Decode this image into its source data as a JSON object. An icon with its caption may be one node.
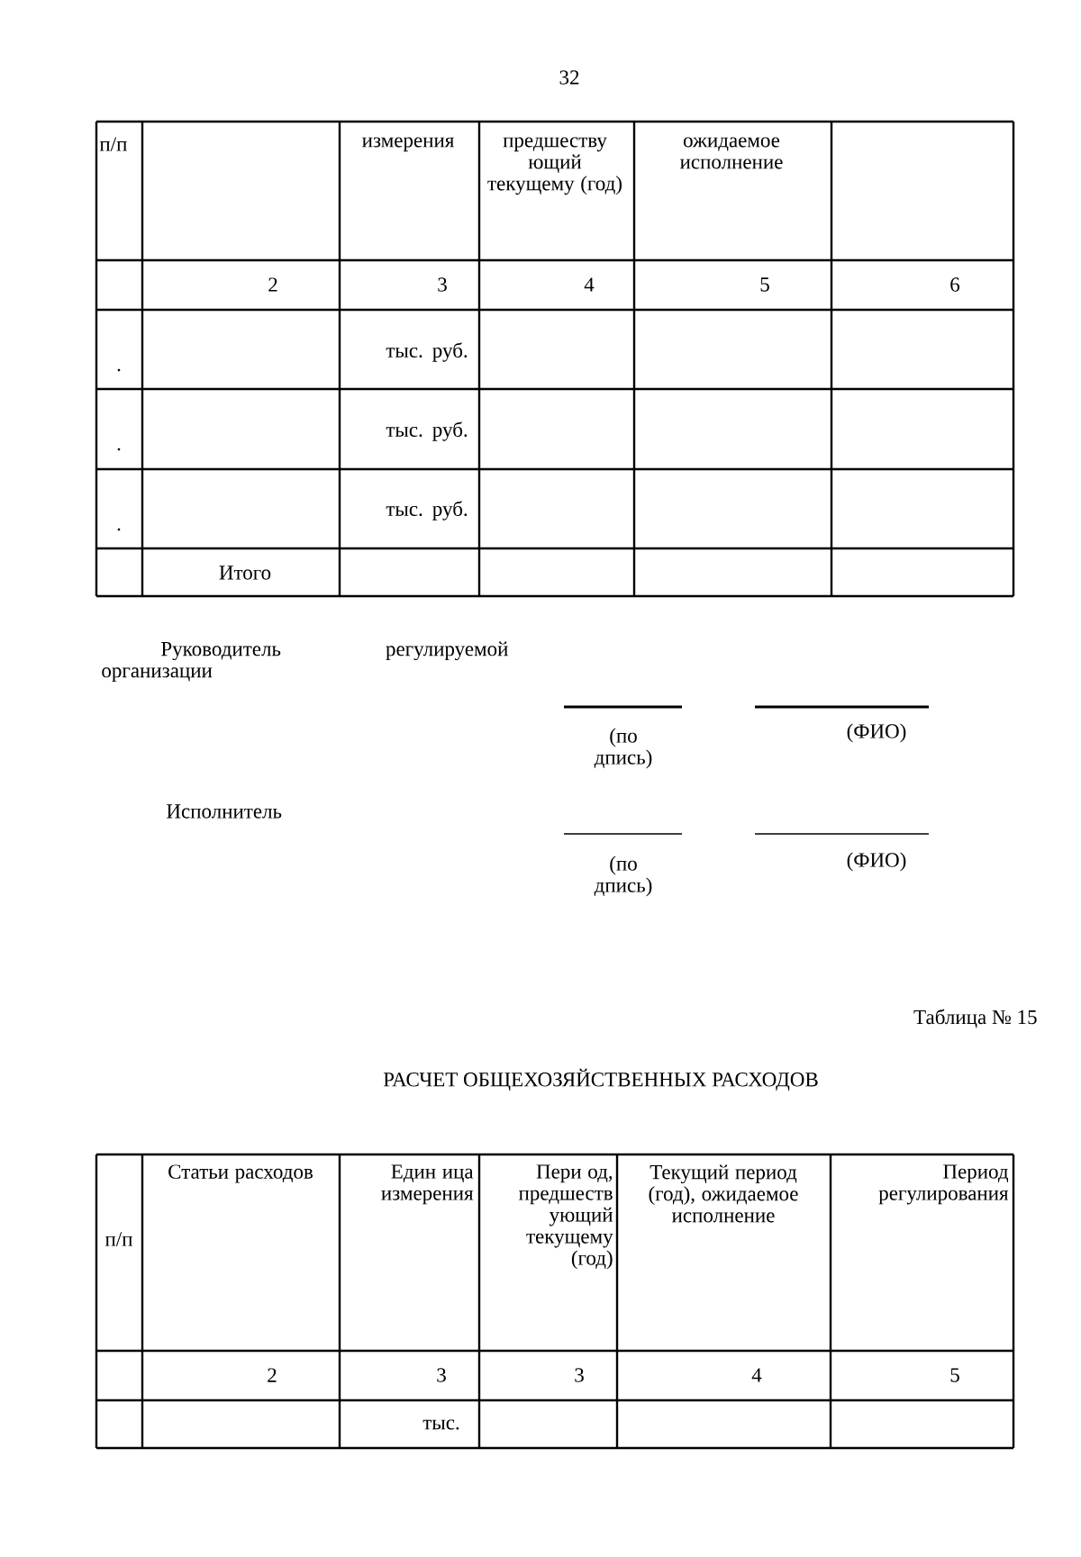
{
  "diagram": {
    "title": "РАСЧЕТ ОБЩЕХОЗЯЙСТВЕННЫХ РАСХОДОВ",
    "labels": [
      "32",
      "п/п",
      "измерения",
      "предшеству ющий текущему (год)",
      "ожидаемое исполнение",
      "2",
      "3",
      "4",
      "5",
      "6",
      ".",
      "тыс. руб.",
      ".",
      "тыс. руб.",
      ".",
      "тыс. руб.",
      "Итого",
      "Руководитель регулируемой организации",
      "(по дпись)",
      "(ФИО)",
      "Исполнитель",
      "(по дпись)",
      "(ФИО)",
      "Таблица № 15",
      "п/п",
      "Статьи расходов",
      "Един ица измерения",
      "Пери од, предшеств ующий текущему (год)",
      "Текущий период (год), ожидаемое исполнение",
      "Период регулирования",
      "2",
      "3",
      "3",
      "4",
      "5",
      "тыс."
    ]
  }
}
